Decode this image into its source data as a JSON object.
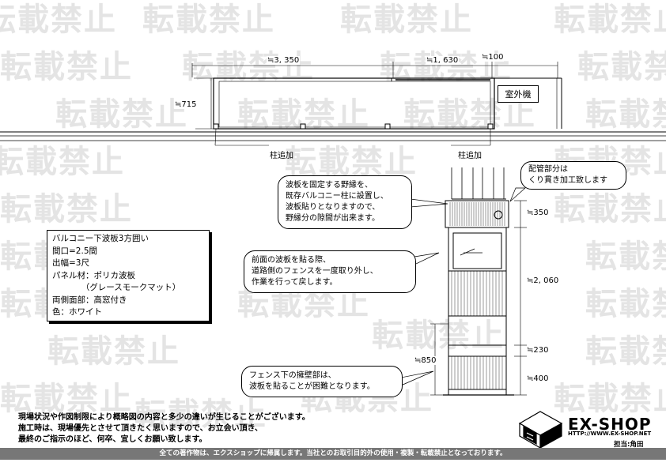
{
  "watermark": "転載禁止",
  "plan": {
    "dim_width_main": "≒3, 350",
    "dim_width_mid": "≒1, 630",
    "dim_width_small": "≒100",
    "dim_depth": "≒715",
    "outdoor_unit": "室外機",
    "post_left": "柱追加",
    "post_right": "柱追加"
  },
  "elevation": {
    "dim_350": "≒350",
    "dim_2060": "≒2, 060",
    "dim_230": "≒230",
    "dim_400": "≒400",
    "dim_850": "≒850"
  },
  "callouts": {
    "pipe": [
      "配管部分は",
      "くり貫き加工致します"
    ],
    "furring": [
      "波板を固定する野縁を、",
      "既存バルコニー柱に設置し、",
      "波板貼りとなりますので、",
      "野縁分の隙間が出来ます。"
    ],
    "front": [
      "前面の波板を貼る際、",
      "道路側のフェンスを一度取り外し、",
      "作業を行って戻します。"
    ],
    "fence": [
      "フェンス下の擁壁部は、",
      "波板を貼ることが困難となります。"
    ]
  },
  "spec": [
    "バルコニー下波板3方囲い",
    "間口=2.5間",
    "出幅=3尺",
    "パネル材：ポリカ波板",
    "　　　　（グレースモークマット）",
    "両側面部：高窓付き",
    "色：ホワイト"
  ],
  "notes": [
    "現場状況や作図制限により概略図の内容と多少の違いが生じることがございます。",
    "施工時は、現場優先とさせて頂きたく思いますので、お立会い頂き、",
    "最終のご指示のほど、何卒、宜しくお願い致します。"
  ],
  "logo": {
    "name": "EX-SHOP",
    "url": "HTTP://WWW.EX-SHOP.NET",
    "staff": "担当:角田"
  },
  "footer": "全ての著作物は、エクスショップに帰属します。当社とのお取引目的外の使用・複製・転載禁止となっております。"
}
